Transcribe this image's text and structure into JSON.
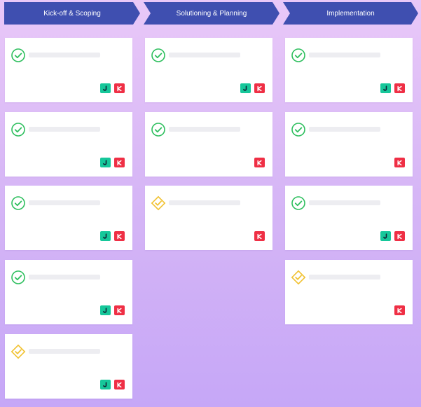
{
  "colors": {
    "stage_header": "#3f4fb0",
    "complete": "#2ebf5e",
    "in_progress": "#f1c232",
    "badge_green": "#16c79a",
    "badge_red": "#ef2f45"
  },
  "stages": [
    {
      "label": "Kick-off & Scoping"
    },
    {
      "label": "Solutioning & Planning"
    },
    {
      "label": "Implementation"
    }
  ],
  "columns": [
    [
      {
        "status": "complete-check-icon",
        "badges": [
          "green-badge-icon",
          "red-badge-icon"
        ]
      },
      {
        "status": "complete-check-icon",
        "badges": [
          "green-badge-icon",
          "red-badge-icon"
        ]
      },
      {
        "status": "complete-check-icon",
        "badges": [
          "green-badge-icon",
          "red-badge-icon"
        ]
      },
      {
        "status": "complete-check-icon",
        "badges": [
          "green-badge-icon",
          "red-badge-icon"
        ]
      },
      {
        "status": "in-progress-diamond-icon",
        "badges": [
          "green-badge-icon",
          "red-badge-icon"
        ]
      }
    ],
    [
      {
        "status": "complete-check-icon",
        "badges": [
          "green-badge-icon",
          "red-badge-icon"
        ]
      },
      {
        "status": "complete-check-icon",
        "badges": [
          "red-badge-icon"
        ]
      },
      {
        "status": "in-progress-diamond-icon",
        "badges": [
          "red-badge-icon"
        ]
      }
    ],
    [
      {
        "status": "complete-check-icon",
        "badges": [
          "green-badge-icon",
          "red-badge-icon"
        ]
      },
      {
        "status": "complete-check-icon",
        "badges": [
          "red-badge-icon"
        ]
      },
      {
        "status": "complete-check-icon",
        "badges": [
          "green-badge-icon",
          "red-badge-icon"
        ]
      },
      {
        "status": "in-progress-diamond-icon",
        "badges": [
          "red-badge-icon"
        ]
      }
    ]
  ]
}
